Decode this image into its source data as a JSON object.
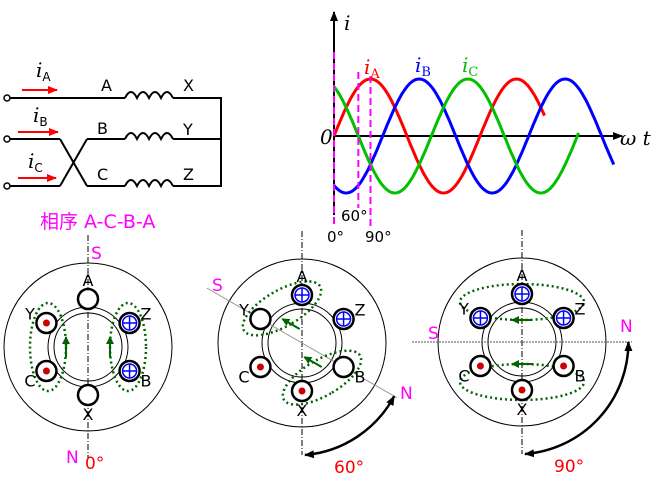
{
  "circuit": {
    "currents": [
      {
        "symbol": "i",
        "sub": "A"
      },
      {
        "symbol": "i",
        "sub": "B"
      },
      {
        "symbol": "i",
        "sub": "C"
      }
    ],
    "terminals_start": [
      "A",
      "B",
      "C"
    ],
    "terminals_end": [
      "X",
      "Y",
      "Z"
    ],
    "arrow_color": "#ff0000"
  },
  "phase_sequence_label": "相序 A-C-B-A",
  "chart_data": {
    "type": "line",
    "title": "",
    "xlabel": "ω t",
    "ylabel": "i",
    "origin_label": "0",
    "x_unit": "degrees",
    "y_range": [
      -1,
      1
    ],
    "series": [
      {
        "name": "iA",
        "label_sub": "A",
        "color": "#ff0000",
        "phase_deg": 0,
        "x_end_deg": 520
      },
      {
        "name": "iB",
        "label_sub": "B",
        "color": "#0000ff",
        "phase_deg": -120,
        "x_end_deg": 690
      },
      {
        "name": "iC",
        "label_sub": "C",
        "color": "#00c000",
        "phase_deg": 120,
        "x_end_deg": 605
      }
    ],
    "markers": [
      {
        "deg": 0,
        "label": "0°"
      },
      {
        "deg": 60,
        "label": "60°"
      },
      {
        "deg": 90,
        "label": "90°"
      }
    ],
    "marker_color": "#ff00ff"
  },
  "stators": [
    {
      "angle_label": "0°",
      "pole_s": "S",
      "pole_n": "N",
      "slots": [
        {
          "name": "A",
          "state": "empty"
        },
        {
          "name": "Z",
          "state": "cross"
        },
        {
          "name": "B",
          "state": "cross"
        },
        {
          "name": "X",
          "state": "empty"
        },
        {
          "name": "C",
          "state": "dot"
        },
        {
          "name": "Y",
          "state": "dot"
        }
      ]
    },
    {
      "angle_label": "60°",
      "pole_s": "S",
      "pole_n": "N",
      "slots": [
        {
          "name": "A",
          "state": "cross"
        },
        {
          "name": "Z",
          "state": "cross"
        },
        {
          "name": "B",
          "state": "empty"
        },
        {
          "name": "X",
          "state": "dot"
        },
        {
          "name": "C",
          "state": "dot"
        },
        {
          "name": "Y",
          "state": "empty"
        }
      ]
    },
    {
      "angle_label": "90°",
      "pole_s": "S",
      "pole_n": "N",
      "slots": [
        {
          "name": "A",
          "state": "cross"
        },
        {
          "name": "Z",
          "state": "cross"
        },
        {
          "name": "B",
          "state": "dot"
        },
        {
          "name": "X",
          "state": "dot"
        },
        {
          "name": "C",
          "state": "dot"
        },
        {
          "name": "Y",
          "state": "cross"
        }
      ]
    }
  ]
}
